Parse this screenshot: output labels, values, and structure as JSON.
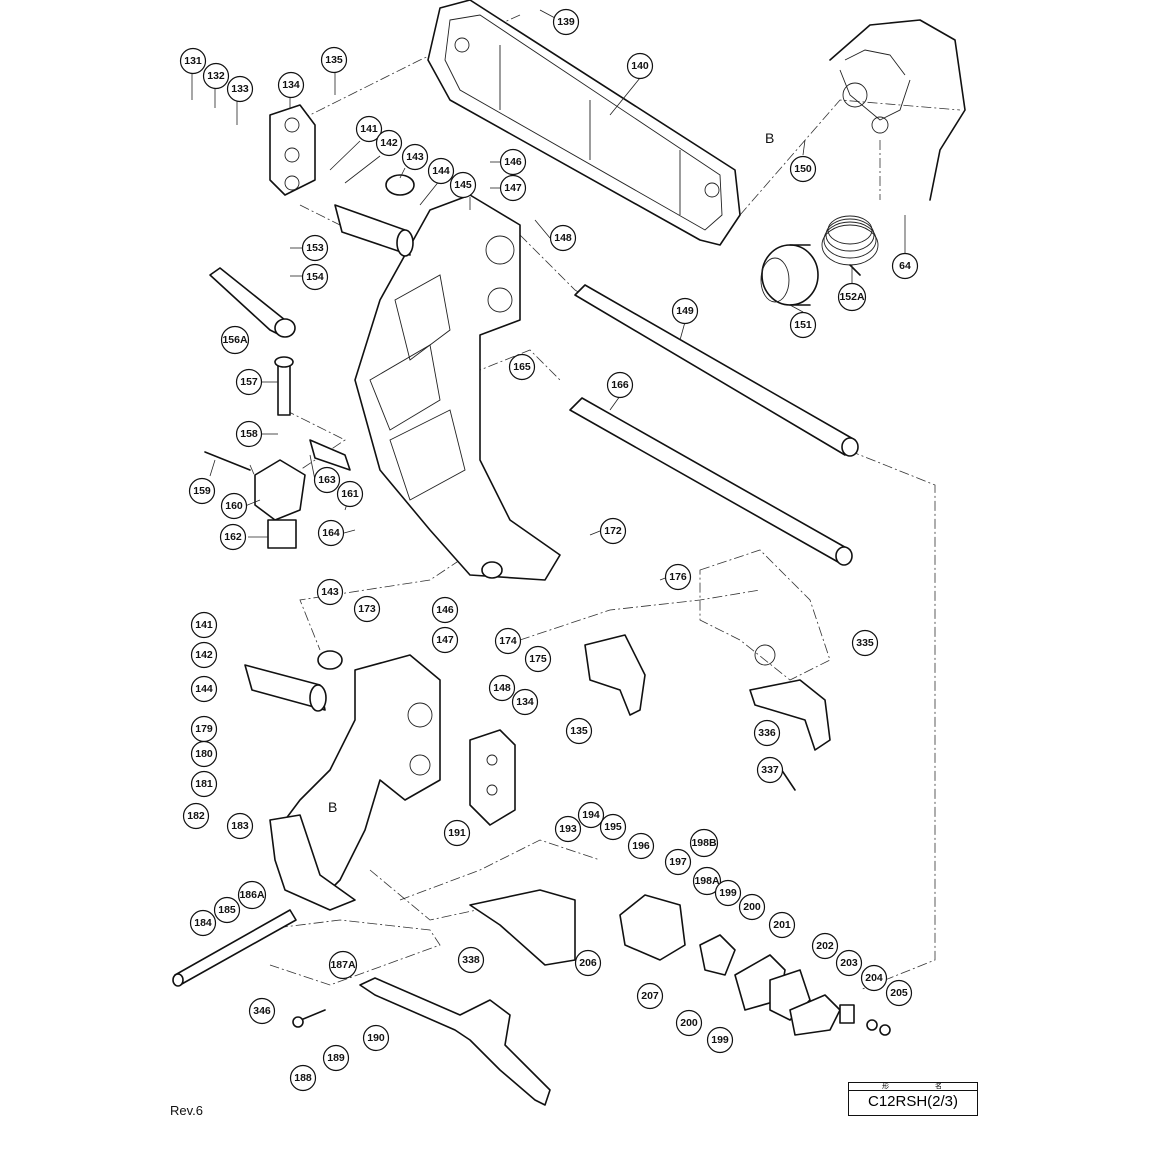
{
  "model": {
    "header_label": "形 名",
    "code": "C12RSH(2/3)"
  },
  "revision": "Rev.6",
  "markers": [
    "B",
    "B"
  ],
  "callouts": [
    "139",
    "140",
    "131",
    "132",
    "133",
    "134",
    "135",
    "141",
    "142",
    "143",
    "144",
    "145",
    "146",
    "147",
    "148",
    "150",
    "64",
    "152A",
    "151",
    "149",
    "153",
    "154",
    "156A",
    "165",
    "166",
    "157",
    "158",
    "159",
    "160",
    "161",
    "162",
    "163",
    "164",
    "172",
    "176",
    "143",
    "173",
    "146",
    "147",
    "174",
    "175",
    "335",
    "141",
    "142",
    "144",
    "148",
    "134",
    "135",
    "179",
    "180",
    "181",
    "336",
    "337",
    "182",
    "183",
    "191",
    "193",
    "194",
    "195",
    "196",
    "197",
    "198B",
    "198A",
    "199",
    "200",
    "184",
    "185",
    "186A",
    "187A",
    "338",
    "206",
    "201",
    "202",
    "203",
    "204",
    "205",
    "207",
    "346",
    "200",
    "199",
    "188",
    "189",
    "190"
  ]
}
